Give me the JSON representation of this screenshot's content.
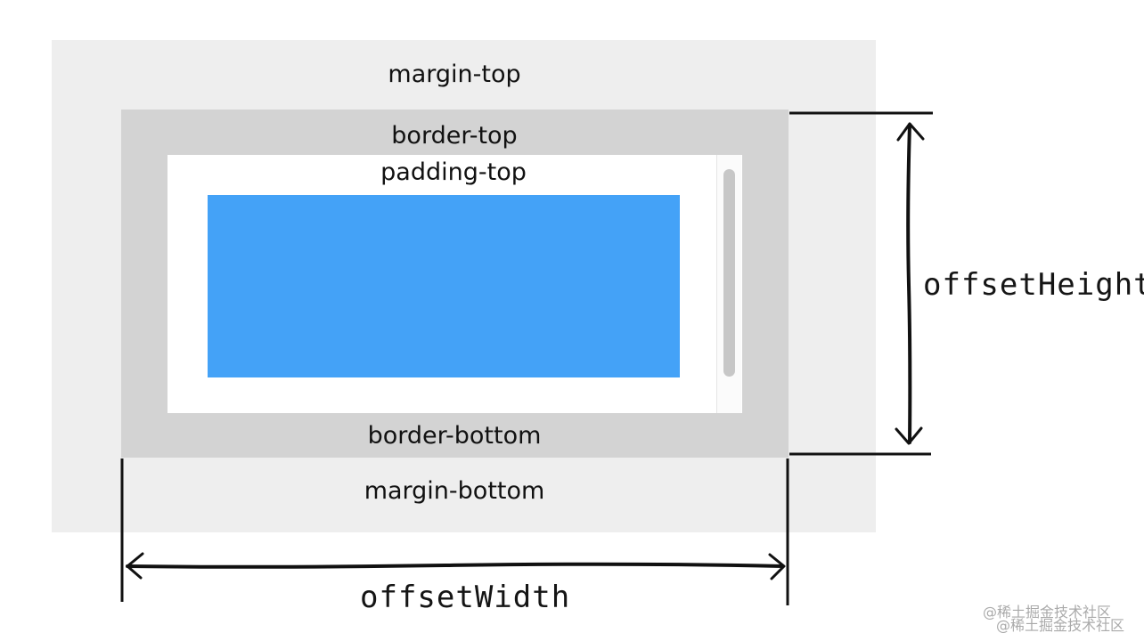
{
  "box_model": {
    "margin_top": "margin-top",
    "border_top": "border-top",
    "padding_top": "padding-top",
    "border_bottom": "border-bottom",
    "margin_bottom": "margin-bottom"
  },
  "measurements": {
    "offset_height": "offsetHeight",
    "offset_width": "offsetWidth"
  },
  "watermark": "@稀土掘金技术社区",
  "colors": {
    "margin": "#eeeeee",
    "border": "#d3d3d3",
    "padding": "#ffffff",
    "content": "#44a2f7",
    "scrollbar_thumb": "#c7c7c7",
    "ink": "#111111"
  }
}
